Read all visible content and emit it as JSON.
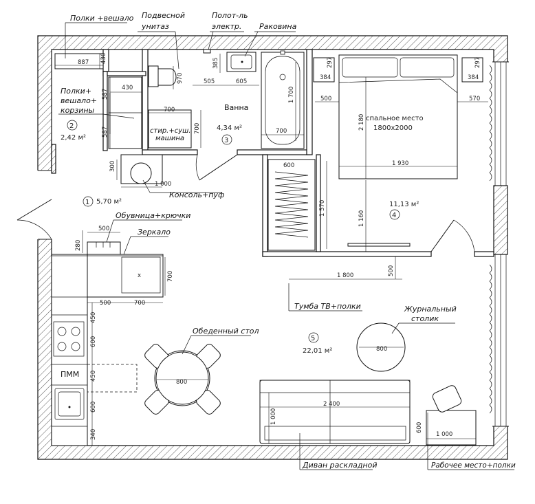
{
  "labels": {
    "polki_veshalo": "Полки +вешало",
    "podvesnoy_1": "Подвесной",
    "podvesnoy_2": "унитаз",
    "polotl_1": "Полот-ль",
    "polotl_2": "электр.",
    "rakovina": "Раковина",
    "polki_korziny_1": "Полки+",
    "polki_korziny_2": "вешало+",
    "polki_korziny_3": "корзины",
    "vanna": "Ванна",
    "stir_1": "стир.+суш.",
    "stir_2": "машина",
    "spalnoe_1": "спальное место",
    "spalnoe_2": "1800x2000",
    "konsol": "Консоль+пуф",
    "obuvnica": "Обувница+крючки",
    "zerkalo": "Зеркало",
    "tumba": "Тумба ТВ+полки",
    "zhurnalny_1": "Журнальный",
    "zhurnalny_2": "столик",
    "obedenny": "Обеденный стол",
    "pmm": "ПММ",
    "divan": "Диван раскладной",
    "rabochee": "Рабочее место+полки"
  },
  "rooms": {
    "r1_num": "1",
    "r1_area": "5,70 м²",
    "r2_num": "2",
    "r2_area": "2,42 м²",
    "r3_num": "3",
    "r3_area": "4,34 м²",
    "r4_num": "4",
    "r4_area": "11,13 м²",
    "r5_num": "5",
    "r5_area": "22,01 м²"
  },
  "dims": {
    "d887": "887",
    "d430a": "430",
    "d430b": "430",
    "d587a": "587",
    "d587b": "587",
    "d300": "300",
    "d1000a": "1 000",
    "d970": "970",
    "d385": "385",
    "d505a": "505",
    "d605": "605",
    "d1700": "1 700",
    "d700a": "700",
    "d700b": "700",
    "d700c": "700",
    "d297a": "297",
    "d384a": "384",
    "d297b": "297",
    "d384b": "384",
    "d500a": "500",
    "d570": "570",
    "d2180": "2 180",
    "d1930": "1 930",
    "d600a": "600",
    "d1570": "1 570",
    "d1160": "1 160",
    "d1800": "1 800",
    "d500b": "500",
    "d280": "280",
    "d500c": "500",
    "d700d": "700",
    "d500d": "500",
    "d700e": "700",
    "d450a": "450",
    "d600b": "600",
    "d450b": "450",
    "d600c": "600",
    "d340": "340",
    "d800a": "800",
    "d800b": "800",
    "d2400": "2 400",
    "d1000b": "1 000",
    "d600d": "600",
    "d1000c": "1 000"
  },
  "icons": [
    "door-swing-icon",
    "toilet-icon",
    "sink-icon",
    "bathtub-icon",
    "bed-icon",
    "wardrobe-icon",
    "cooktop-icon",
    "kitchen-sink-icon",
    "dining-chair-icon",
    "sofa-icon",
    "armchair-icon",
    "curtain-icon"
  ]
}
